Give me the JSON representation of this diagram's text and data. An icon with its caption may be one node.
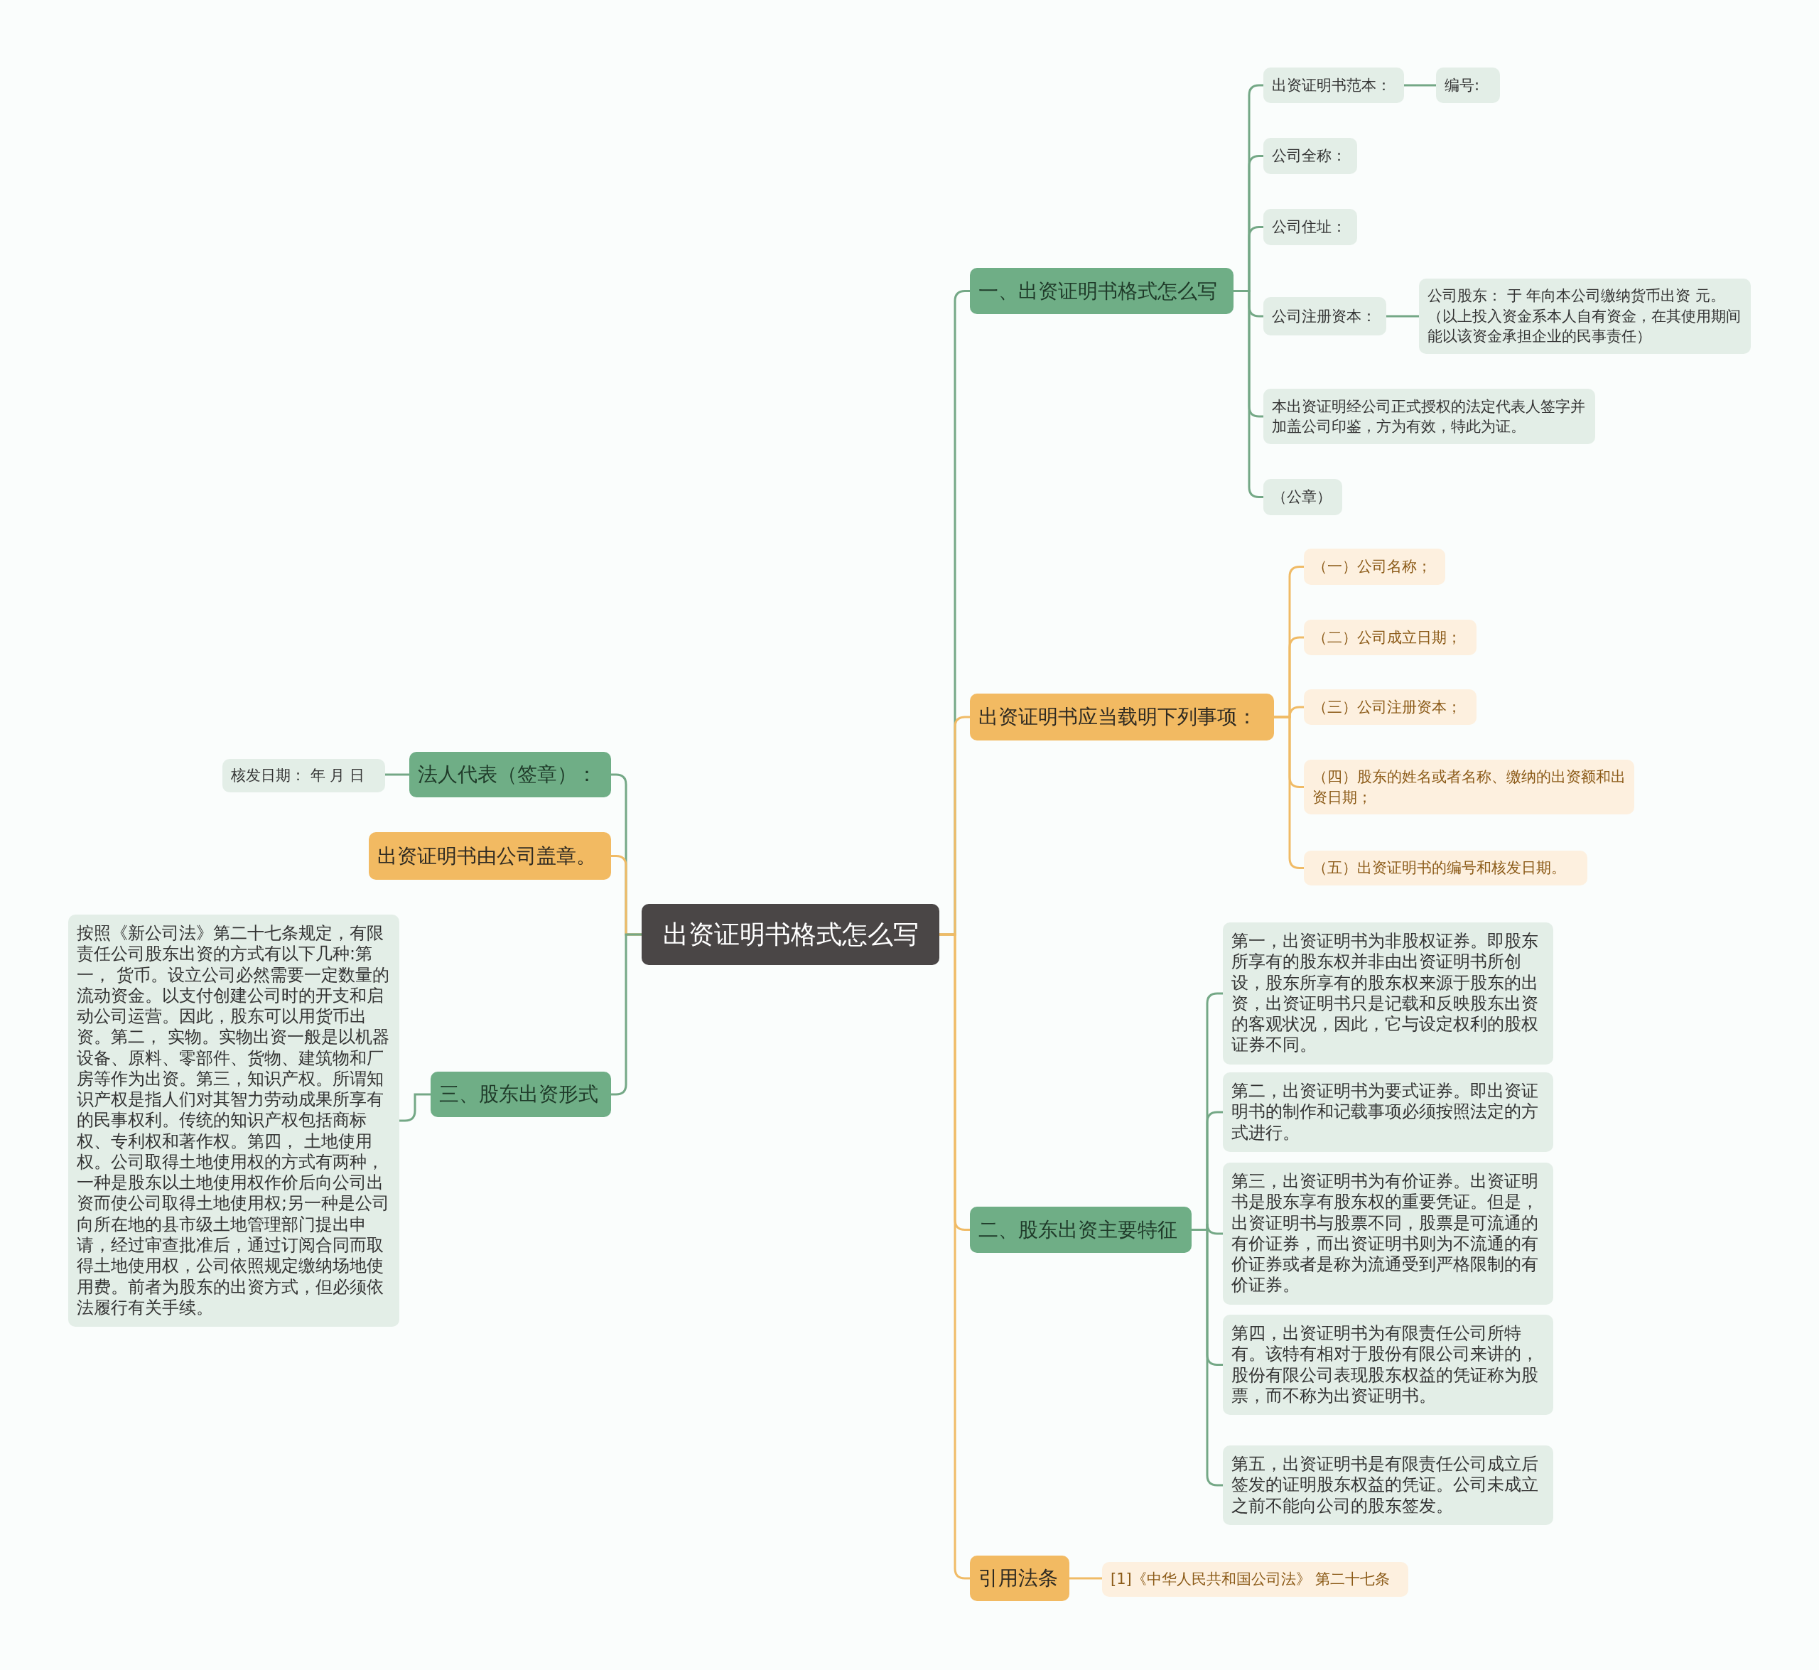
{
  "diagram": {
    "nodes": [
      {
        "text": [
          "出资证明书格式怎么写"
        ]
      },
      {
        "text": [
          "一、出资证明书格式怎么写"
        ]
      },
      {
        "text": [
          "出资证明书范本："
        ]
      },
      {
        "text": [
          "编号:"
        ]
      },
      {
        "text": [
          "公司全称："
        ]
      },
      {
        "text": [
          "公司住址："
        ]
      },
      {
        "text": [
          "公司注册资本："
        ]
      },
      {
        "text": [
          "公司股东： 于 年向本公司缴纳货币出资 元。（以上投入资金系本人自有资金，在其使用期间能以该资金承担企业的民事责任）"
        ]
      },
      {
        "text": [
          "本出资证明经公司正式授权的法定代表人签字并加盖公司印鉴，方为有效，特此为证。"
        ]
      },
      {
        "text": [
          "（公章）"
        ]
      },
      {
        "text": [
          "出资证明书应当载明下列事项："
        ]
      },
      {
        "text": [
          "（一）公司名称；"
        ]
      },
      {
        "text": [
          "（二）公司成立日期；"
        ]
      },
      {
        "text": [
          "（三）公司注册资本；"
        ]
      },
      {
        "text": [
          "（四）股东的姓名或者名称、缴纳的出资额和出资日期；"
        ]
      },
      {
        "text": [
          "（五）出资证明书的编号和核发日期。"
        ]
      },
      {
        "text": [
          "二、股东出资主要特征"
        ]
      },
      {
        "text": [
          "第一，出资证明书为非股权证券。即股东所享有的股东权并非由出资证明书所创设，股东所享有的股东权来源于股东的出资，出资证明书只是记载和反映股东出资的客观状况，因此，它与设定权利的股权证券不同。"
        ]
      },
      {
        "text": [
          "第二，出资证明书为要式证券。即出资证明书的制作和记载事项必须按照法定的方式进行。"
        ]
      },
      {
        "text": [
          "第三，出资证明书为有价证券。出资证明书是股东享有股东权的重要凭证。但是，出资证明书与股票不同，股票是可流通的有价证券，而出资证明书则为不流通的有价证券或者是称为流通受到严格限制的有价证券。"
        ]
      },
      {
        "text": [
          "第四，出资证明书为有限责任公司所特有。该特有相对于股份有限公司来讲的，股份有限公司表现股东权益的凭证称为股票，而不称为出资证明书。"
        ]
      },
      {
        "text": [
          "第五，出资证明书是有限责任公司成立后签发的证明股东权益的凭证。公司未成立之前不能向公司的股东签发。"
        ]
      },
      {
        "text": [
          "引用法条"
        ]
      },
      {
        "text": [
          "[1]《中华人民共和国公司法》 第二十七条"
        ]
      },
      {
        "text": [
          "法人代表（签章）："
        ]
      },
      {
        "text": [
          "核发日期： 年 月 日"
        ]
      },
      {
        "text": [
          "出资证明书由公司盖章。"
        ]
      },
      {
        "text": [
          "三、股东出资形式"
        ]
      },
      {
        "text": [
          "按照《新公司法》第二十七条规定，有限责任公司股东出资的方式有以下几种:第一， 货币。设立公司必然需要一定数量的流动资金。以支付创建公司时的开支和启动公司运营。因此，股东可以用货币出资。第二， 实物。实物出资一般是以机器设备、原料、零部件、货物、建筑物和厂房等作为出资。第三，知识产权。所谓知识产权是指人们对其智力劳动成果所享有的民事权利。传统的知识产权包括商标权、专利权和著作权。第四， 土地使用权。公司取得土地使用权的方式有两种，一种是股东以土地使用权作价后向公司出资而使公司取得土地使用权;另一种是公司向所在地的县市级土地管理部门提出申请，经过审查批准后，通过订阅合同而取得土地使用权，公司依照规定缴纳场地使用费。前者为股东的出资方式，但必须依法履行有关手续。"
        ]
      }
    ],
    "edges": [
      {
        "from": 0,
        "to": 1,
        "arrow": "none"
      },
      {
        "from": 1,
        "to": 2,
        "arrow": "none"
      },
      {
        "from": 2,
        "to": 3,
        "arrow": "none"
      },
      {
        "from": 1,
        "to": 4,
        "arrow": "none"
      },
      {
        "from": 1,
        "to": 5,
        "arrow": "none"
      },
      {
        "from": 1,
        "to": 6,
        "arrow": "none"
      },
      {
        "from": 6,
        "to": 7,
        "arrow": "none"
      },
      {
        "from": 1,
        "to": 8,
        "arrow": "none"
      },
      {
        "from": 1,
        "to": 9,
        "arrow": "none"
      },
      {
        "from": 0,
        "to": 10,
        "arrow": "none",
        "color": "#f0bb66"
      },
      {
        "from": 10,
        "to": 11,
        "arrow": "none",
        "color": "#f0bb66"
      },
      {
        "from": 10,
        "to": 12,
        "arrow": "none",
        "color": "#f0bb66"
      },
      {
        "from": 10,
        "to": 13,
        "arrow": "none",
        "color": "#f0bb66"
      },
      {
        "from": 10,
        "to": 14,
        "arrow": "none",
        "color": "#f0bb66"
      },
      {
        "from": 10,
        "to": 15,
        "arrow": "none",
        "color": "#f0bb66"
      },
      {
        "from": 0,
        "to": 16,
        "arrow": "none",
        "color": "#f0bb66"
      },
      {
        "from": 16,
        "to": 17,
        "arrow": "none"
      },
      {
        "from": 16,
        "to": 18,
        "arrow": "none"
      },
      {
        "from": 16,
        "to": 19,
        "arrow": "none"
      },
      {
        "from": 16,
        "to": 20,
        "arrow": "none"
      },
      {
        "from": 16,
        "to": 21,
        "arrow": "none"
      },
      {
        "from": 0,
        "to": 22,
        "arrow": "none",
        "color": "#f0bb66"
      },
      {
        "from": 22,
        "to": 23,
        "arrow": "none",
        "color": "#f0bb66"
      },
      {
        "from": 0,
        "to": 24,
        "arrow": "none"
      },
      {
        "from": 24,
        "to": 25,
        "arrow": "none"
      },
      {
        "from": 0,
        "to": 26,
        "arrow": "none",
        "color": "#f0bb66"
      },
      {
        "from": 0,
        "to": 27,
        "arrow": "none"
      },
      {
        "from": 27,
        "to": 28,
        "arrow": "none"
      }
    ]
  }
}
